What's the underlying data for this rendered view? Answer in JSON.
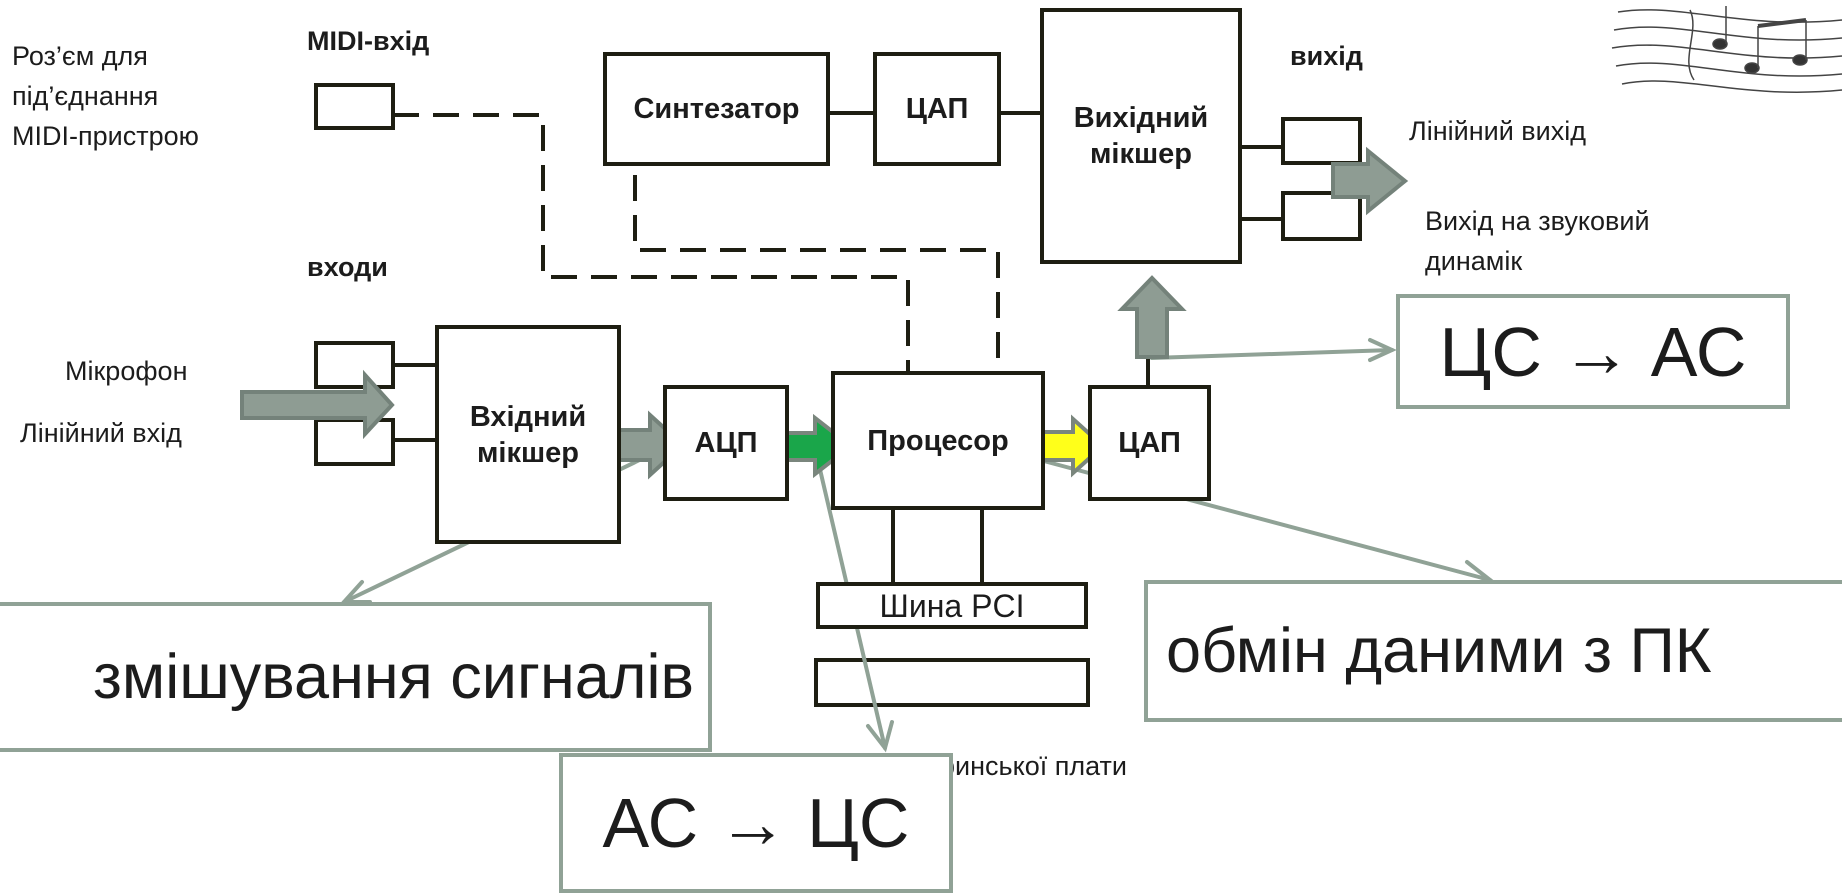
{
  "labels": {
    "connector_caption": "Роз’єм для\nпід’єднання\nMIDI-пристрою",
    "midi_in": "MIDI-вхід",
    "inputs": "входи",
    "microphone": "Мікрофон",
    "line_in": "Лінійний вхід",
    "output": "вихід",
    "line_out": "Лінійний вихід",
    "speaker_out": "Вихід на звуковий\nдинамік",
    "motherboard_fragment": "ринської плати"
  },
  "blocks": {
    "synthesizer": "Синтезатор",
    "dac_top": "ЦАП",
    "output_mixer": "Вихідний\nмікшер",
    "input_mixer": "Вхідний\nмікшер",
    "adc": "АЦП",
    "processor": "Процесор",
    "dac_bottom": "ЦАП",
    "pci_bus": "Шина PCI"
  },
  "callouts": {
    "digital_to_analog": "ЦС → АС",
    "mixing": "змішування сигналів",
    "data_exchange": "обмін даними з ПК",
    "analog_to_digital": "АС → ЦС"
  },
  "colors": {
    "block_border": "#1e1e12",
    "callout_border": "#90a296",
    "gray_arrow": "#8e9c93",
    "green_arrow": "#1aa64a",
    "yellow_arrow": "#ffff1a"
  }
}
